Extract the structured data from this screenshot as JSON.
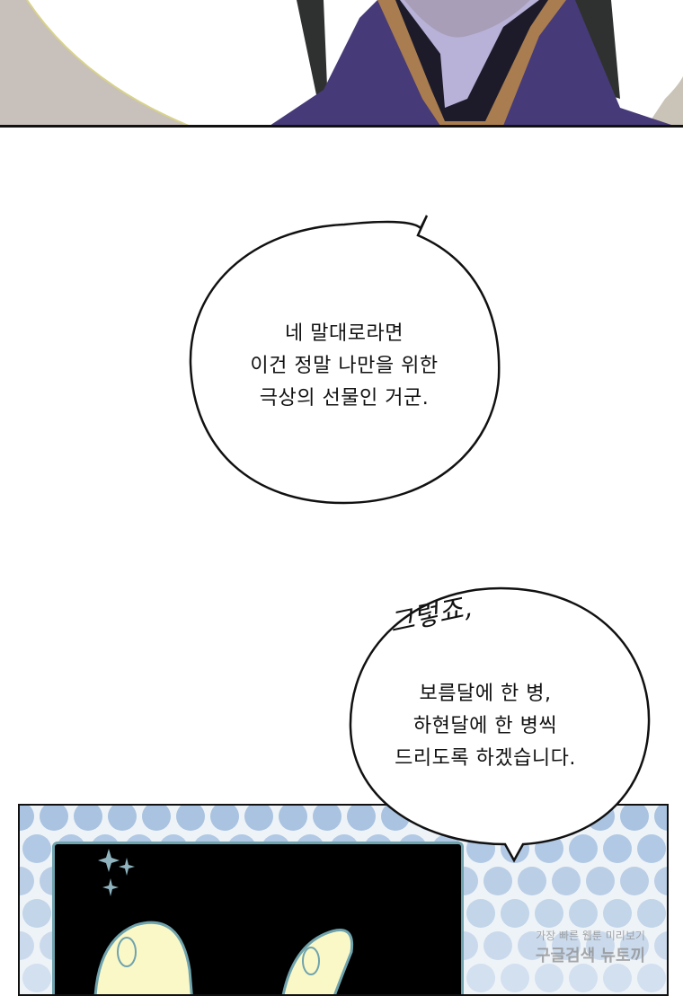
{
  "bubble1": {
    "lines": [
      "네 말대로라면",
      "이건 정말 나만을 위한",
      "극상의 선물인 거군."
    ]
  },
  "sfx": "그렇죠,",
  "bubble2": {
    "lines": [
      "보름달에 한 병,",
      "하현달에 한 병씩",
      "드리도록 하겠습니다."
    ]
  },
  "watermark": {
    "line1": "가장 빠른 웹툰 미리보기",
    "line2": "구글검색 뉴토끼"
  },
  "colors": {
    "robe": "#463a78",
    "trim": "#a97d4f",
    "dots": "#a9c3e0",
    "moon": "#fbf8c8",
    "frame": "#6fa3ad"
  }
}
